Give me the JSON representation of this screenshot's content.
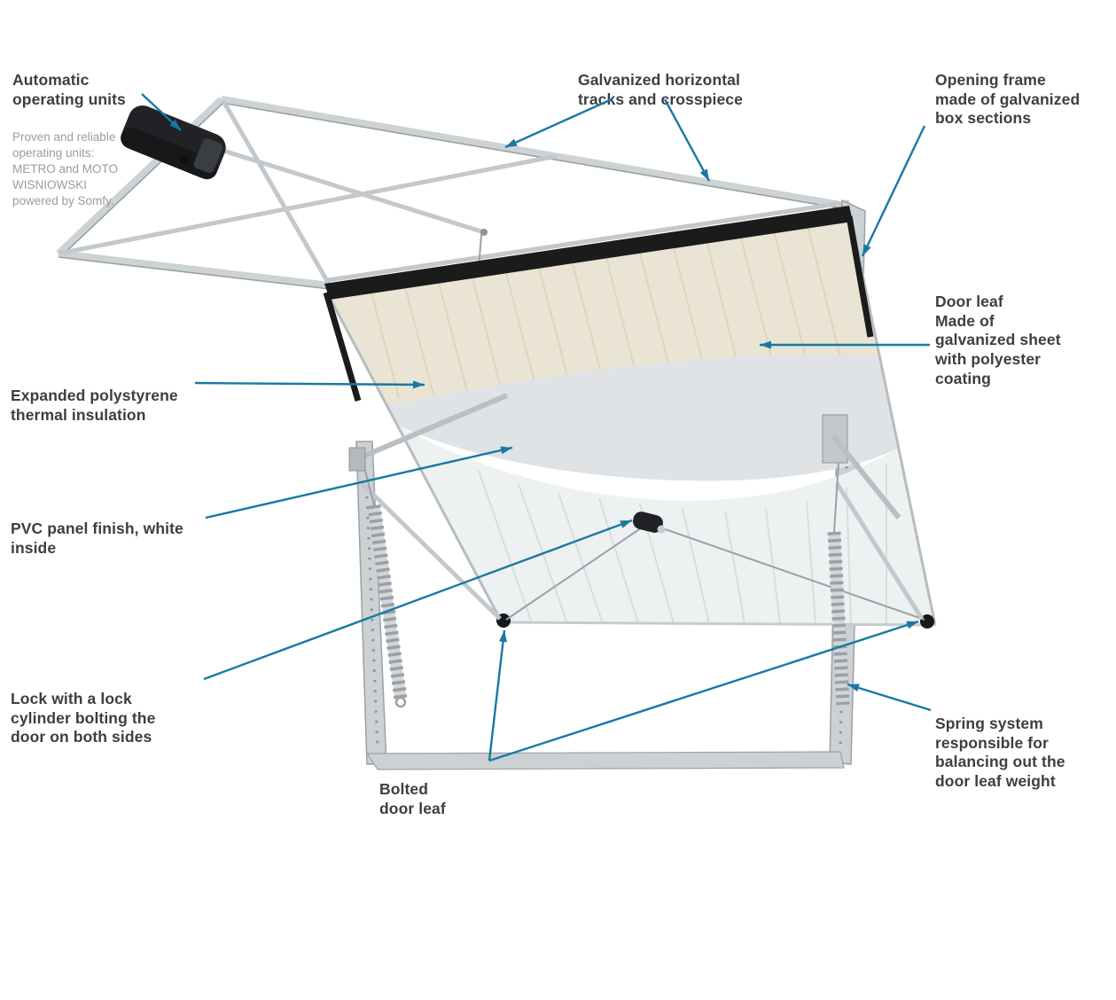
{
  "colors": {
    "accent_arrow_teal": "#1879A4",
    "label_text": "#3E3E40",
    "muted_text": "#9C9C9C",
    "door_outer_cream": "#E9E4D3",
    "door_inside_white": "#EEF1F1",
    "door_highlight_grey": "#DFE3E5",
    "galvanized_steel": "#CCD1D4",
    "black_trim": "#1B1B1B",
    "background": "#FFFFFF"
  },
  "labels": {
    "operating_units": {
      "title": "Automatic\noperating units",
      "sub": "Proven and reliable\noperating units:\nMETRO and MOTO\nWISNIOWSKI\npowered by Somfy."
    },
    "tracks": {
      "title": "Galvanized horizontal\ntracks and crosspiece"
    },
    "opening_frame": {
      "title": "Opening frame\nmade of galvanized\nbox sections"
    },
    "door_leaf": {
      "title": "Door leaf\nMade of\ngalvanized sheet\nwith polyester\ncoating"
    },
    "insulation": {
      "title": "Expanded polystyrene\nthermal insulation"
    },
    "pvc_panel": {
      "title": "PVC panel finish, white\ninside"
    },
    "lock": {
      "title": "Lock with a lock\ncylinder bolting the\ndoor on both sides"
    },
    "bolted": {
      "title": "Bolted\ndoor leaf"
    },
    "spring": {
      "title": "Spring system\nresponsible for\nbalancing out the\ndoor leaf weight"
    }
  }
}
